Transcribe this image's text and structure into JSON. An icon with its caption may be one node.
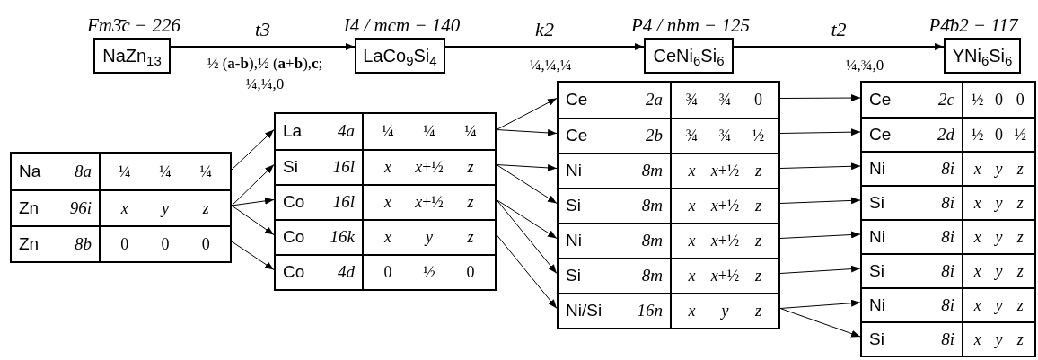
{
  "diagram": {
    "nodes": [
      {
        "text": [
          "Fm3̄c − 226",
          "NaZn$_{13}$"
        ]
      },
      {
        "text": [],
        "shape": "box"
      },
      {
        "text": [
          "Na",
          "8a",
          "¼",
          "¼",
          "¼"
        ],
        "in": 1
      },
      {
        "text": [
          "Zn",
          "96i",
          "*x*",
          "*y*",
          "*z*"
        ],
        "in": 1
      },
      {
        "text": [
          "Zn",
          "8b",
          "0",
          "0",
          "0"
        ],
        "in": 1
      },
      {
        "text": [
          "I4 / mcm − 140",
          "LaCo$_{9}$Si$_{4}$"
        ]
      },
      {
        "text": [],
        "shape": "box"
      },
      {
        "text": [
          "La",
          "4a",
          "¼",
          "¼",
          "¼"
        ],
        "in": 6
      },
      {
        "text": [
          "Si",
          "16l",
          "*x*",
          "*x*+½",
          "*z*"
        ],
        "in": 6
      },
      {
        "text": [
          "Co",
          "16l",
          "*x*",
          "*x*+½",
          "*z*"
        ],
        "in": 6
      },
      {
        "text": [
          "Co",
          "16k",
          "*x*",
          "*y*",
          "*z*"
        ],
        "in": 6
      },
      {
        "text": [
          "Co",
          "4d",
          "0",
          "½",
          "0"
        ],
        "in": 6
      },
      {
        "text": [
          "P4 / nbm − 125",
          "CeNi$_{6}$Si$_{6}$"
        ]
      },
      {
        "text": [],
        "shape": "box"
      },
      {
        "text": [
          "Ce",
          "2a",
          "¾",
          "¾",
          "0"
        ],
        "in": 13
      },
      {
        "text": [
          "Ce",
          "2b",
          "¾",
          "¾",
          "½"
        ],
        "in": 13
      },
      {
        "text": [
          "Ni",
          "8m",
          "*x*",
          "*x*+½",
          "*z*"
        ],
        "in": 13
      },
      {
        "text": [
          "Si",
          "8m",
          "*x*",
          "*x*+½",
          "*z*"
        ],
        "in": 13
      },
      {
        "text": [
          "Ni",
          "8m",
          "*x*",
          "*x*+½",
          "*z*"
        ],
        "in": 13
      },
      {
        "text": [
          "Si",
          "8m",
          "*x*",
          "*x*+½",
          "*z*"
        ],
        "in": 13
      },
      {
        "text": [
          "Ni/Si",
          "16n",
          "*x*",
          "*y*",
          "*z*"
        ],
        "in": 13
      },
      {
        "text": [
          "P4̄b2 − 117",
          "YNi$_{6}$Si$_{6}$"
        ]
      },
      {
        "text": [],
        "shape": "box"
      },
      {
        "text": [
          "Ce",
          "2c",
          "½",
          "0",
          "0"
        ],
        "in": 22
      },
      {
        "text": [
          "Ce",
          "2d",
          "½",
          "0",
          "½"
        ],
        "in": 22
      },
      {
        "text": [
          "Ni",
          "8i",
          "*x*",
          "*y*",
          "*z*"
        ],
        "in": 22
      },
      {
        "text": [
          "Si",
          "8i",
          "*x*",
          "*y*",
          "*z*"
        ],
        "in": 22
      },
      {
        "text": [
          "Ni",
          "8i",
          "*x*",
          "*y*",
          "*z*"
        ],
        "in": 22
      },
      {
        "text": [
          "Si",
          "8i",
          "*x*",
          "*y*",
          "*z*"
        ],
        "in": 22
      },
      {
        "text": [
          "Ni",
          "8i",
          "*x*",
          "*y*",
          "*z*"
        ],
        "in": 22
      },
      {
        "text": [
          "Si",
          "8i",
          "*x*",
          "*y*",
          "*z*"
        ],
        "in": 22
      }
    ],
    "edges": [
      {
        "from": 0,
        "to": 5,
        "arrow": "to",
        "label": "t3"
      },
      {
        "from": 5,
        "to": 12,
        "arrow": "to",
        "label": "k2"
      },
      {
        "from": 12,
        "to": 21,
        "arrow": "to",
        "label": "t2"
      },
      {
        "from": 2,
        "to": 7,
        "arrow": "to"
      },
      {
        "from": 3,
        "to": 8,
        "arrow": "to"
      },
      {
        "from": 3,
        "to": 9,
        "arrow": "to"
      },
      {
        "from": 3,
        "to": 10,
        "arrow": "to"
      },
      {
        "from": 4,
        "to": 11,
        "arrow": "to"
      },
      {
        "from": 7,
        "to": 14,
        "arrow": "to"
      },
      {
        "from": 7,
        "to": 15,
        "arrow": "to"
      },
      {
        "from": 8,
        "to": 16,
        "arrow": "to"
      },
      {
        "from": 8,
        "to": 17,
        "arrow": "to"
      },
      {
        "from": 9,
        "to": 18,
        "arrow": "to"
      },
      {
        "from": 9,
        "to": 19,
        "arrow": "to"
      },
      {
        "from": 10,
        "to": 20,
        "arrow": "to"
      },
      {
        "from": 14,
        "to": 23,
        "arrow": "to"
      },
      {
        "from": 15,
        "to": 24,
        "arrow": "to"
      },
      {
        "from": 16,
        "to": 25,
        "arrow": "to"
      },
      {
        "from": 17,
        "to": 26,
        "arrow": "to"
      },
      {
        "from": 18,
        "to": 27,
        "arrow": "to"
      },
      {
        "from": 19,
        "to": 28,
        "arrow": "to"
      },
      {
        "from": 20,
        "to": 29,
        "arrow": "to"
      },
      {
        "from": 20,
        "to": 30,
        "arrow": "to"
      }
    ],
    "labels": [
      "½ (**a**-**b**),½ (**a**+**b**),**c**;",
      "¼,¼,0",
      "¼,¼,¼",
      "¼,¾,0"
    ]
  }
}
